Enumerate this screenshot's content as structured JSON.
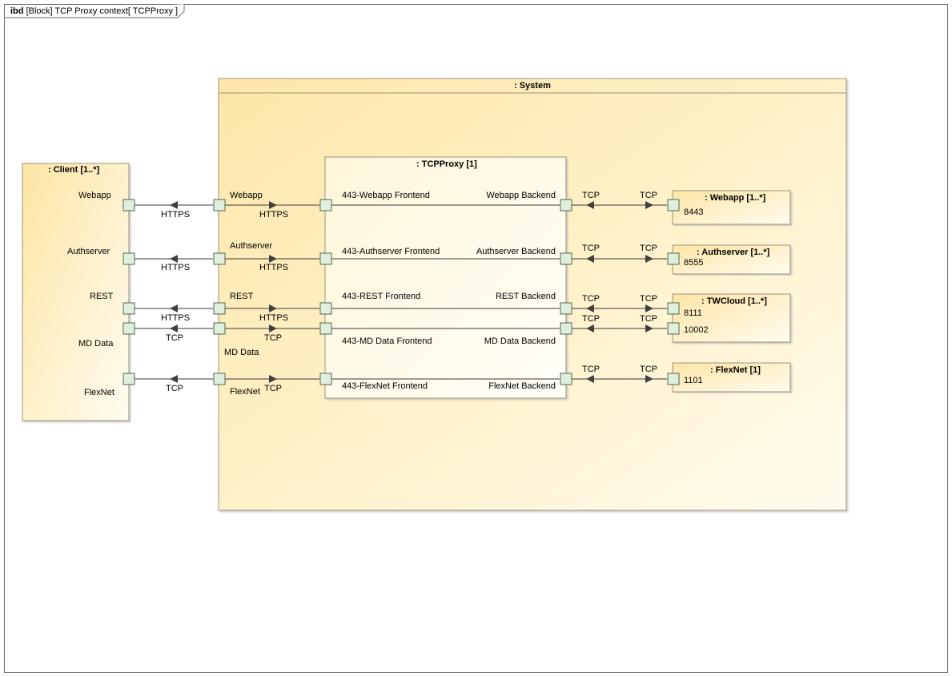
{
  "frame": {
    "kind": "ibd",
    "title": "[Block] TCP Proxy context[ TCPProxy ]"
  },
  "system": {
    "title": ": System"
  },
  "client": {
    "title": ": Client [1..*]",
    "ports": [
      "Webapp",
      "Authserver",
      "REST",
      "MD Data",
      "FlexNet"
    ]
  },
  "system_ports": [
    "Webapp",
    "Authserver",
    "REST",
    "MD Data",
    "FlexNet"
  ],
  "tcpproxy": {
    "title": ": TCPProxy [1]",
    "frontends": [
      "443-Webapp Frontend",
      "443-Authserver Frontend",
      "443-REST Frontend",
      "443-MD Data Frontend",
      "443-FlexNet Frontend"
    ],
    "backends": [
      "Webapp Backend",
      "Authserver Backend",
      "REST Backend",
      "MD Data Backend",
      "FlexNet Backend"
    ]
  },
  "protocols": {
    "left": [
      "HTTPS",
      "HTTPS",
      "HTTPS",
      "TCP",
      "TCP"
    ],
    "inner": [
      "HTTPS",
      "HTTPS",
      "HTTPS",
      "TCP",
      "TCP"
    ],
    "backend": [
      "TCP",
      "TCP",
      "TCP",
      "TCP",
      "TCP"
    ],
    "target": [
      "TCP",
      "TCP",
      "TCP",
      "TCP",
      "TCP"
    ]
  },
  "targets": [
    {
      "title": ": Webapp [1..*]",
      "ports": [
        "8443"
      ]
    },
    {
      "title": ": Authserver [1..*]",
      "ports": [
        "8555"
      ]
    },
    {
      "title": ": TWCloud [1..*]",
      "ports": [
        "8111",
        "10002"
      ]
    },
    {
      "title": ": FlexNet [1]",
      "ports": [
        "1101"
      ]
    }
  ],
  "colors": {
    "block_fill_light": "#fffdf3",
    "block_fill_dark": "#fde9b4",
    "block_border": "#8b8b74",
    "port_fill": "#dfeedd",
    "port_border": "#4f6a4f",
    "line": "#3a3a3a"
  }
}
